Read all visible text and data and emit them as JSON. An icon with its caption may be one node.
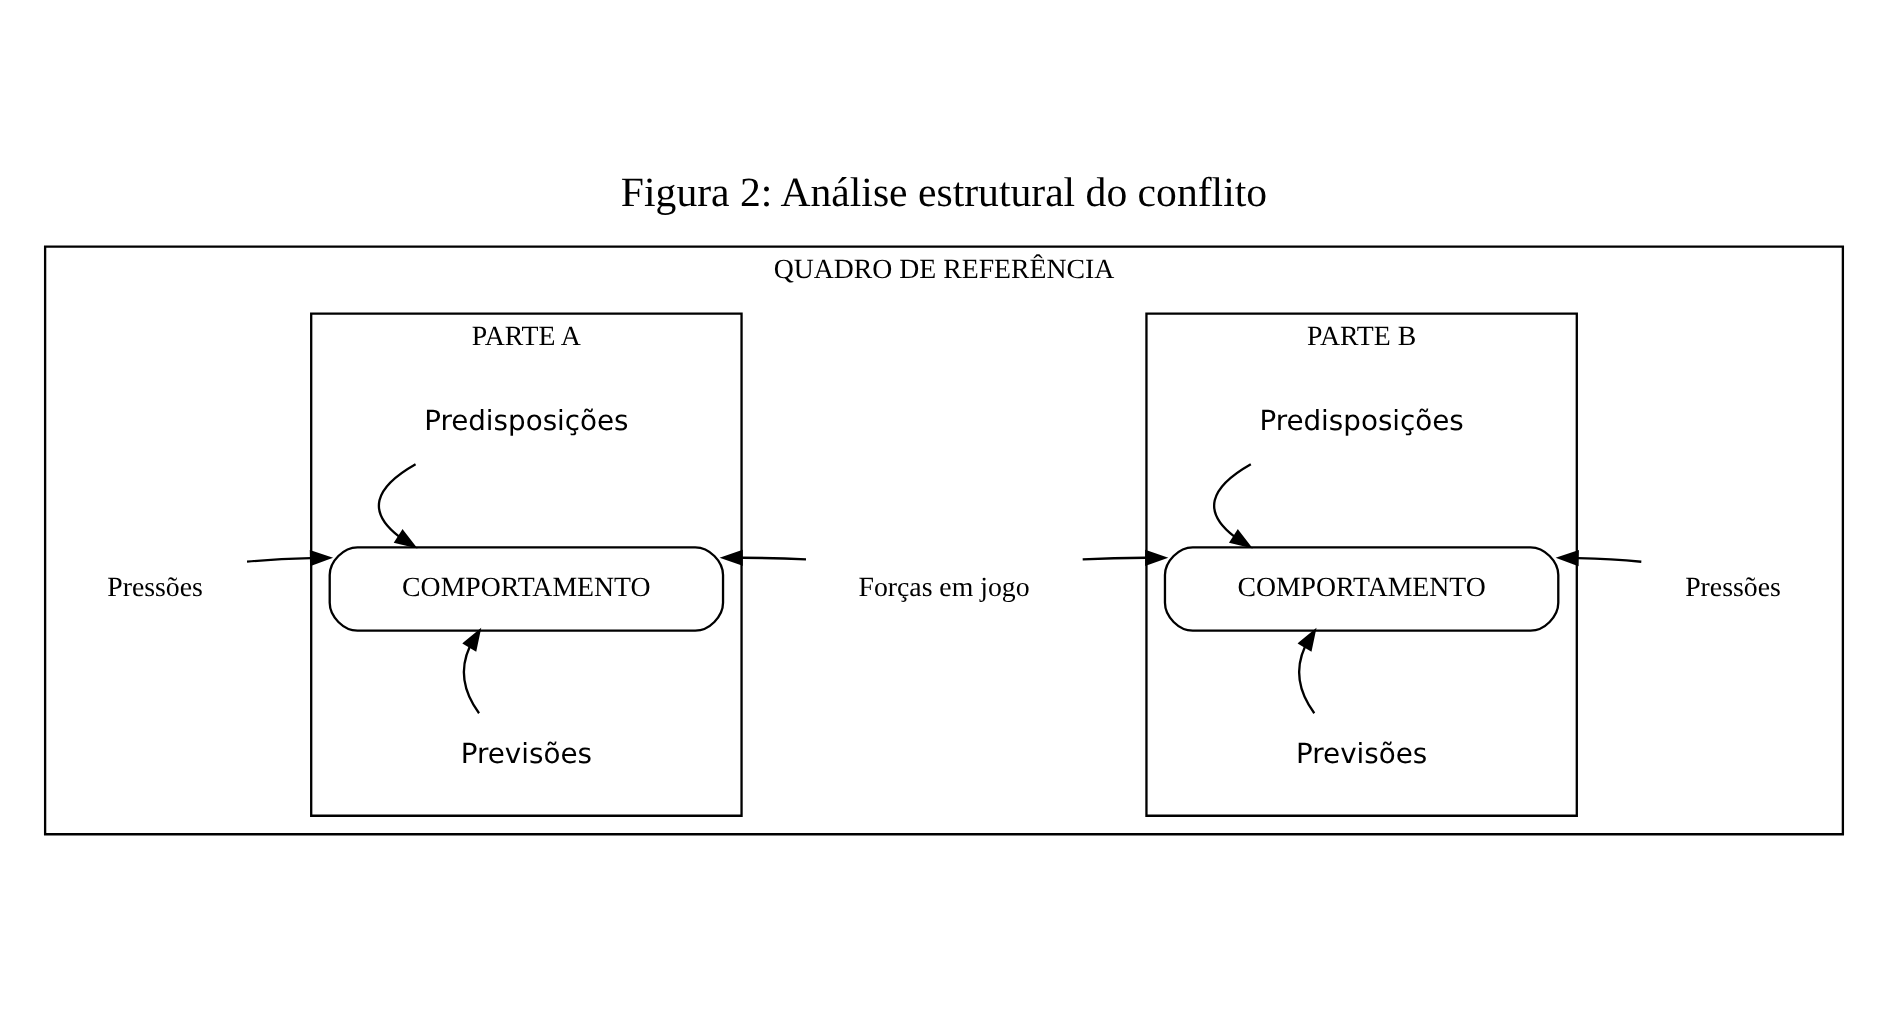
{
  "diagram": {
    "title": "Figura 2: Análise estrutural do conflito",
    "nodes": [
      {
        "text": [
          "QUADRO DE REFERÊNCIA"
        ]
      },
      {
        "text": [
          "PARTE A"
        ],
        "in": 0
      },
      {
        "text": [
          "Predisposições"
        ],
        "in": 1
      },
      {
        "text": [
          "COMPORTAMENTO"
        ],
        "in": 1
      },
      {
        "text": [
          "Previsões"
        ],
        "in": 1
      },
      {
        "text": [
          "Pressões"
        ],
        "in": 0
      },
      {
        "text": [
          "Forças em jogo"
        ],
        "in": 0
      },
      {
        "text": [
          "PARTE B"
        ],
        "in": 0
      },
      {
        "text": [
          "Predisposições"
        ],
        "in": 7
      },
      {
        "text": [
          "COMPORTAMENTO"
        ],
        "in": 7
      },
      {
        "text": [
          "Previsões"
        ],
        "in": 7
      },
      {
        "text": [
          "Pressões"
        ],
        "in": 0
      }
    ],
    "edges": [
      {
        "from": 2,
        "to": 3,
        "arrow": "to"
      },
      {
        "from": 5,
        "to": 3,
        "arrow": "to"
      },
      {
        "from": 6,
        "to": 3,
        "arrow": "to"
      },
      {
        "from": 4,
        "to": 3,
        "arrow": "to"
      },
      {
        "from": 8,
        "to": 9,
        "arrow": "to"
      },
      {
        "from": 6,
        "to": 9,
        "arrow": "to"
      },
      {
        "from": 11,
        "to": 9,
        "arrow": "to"
      },
      {
        "from": 10,
        "to": 9,
        "arrow": "to"
      }
    ]
  }
}
